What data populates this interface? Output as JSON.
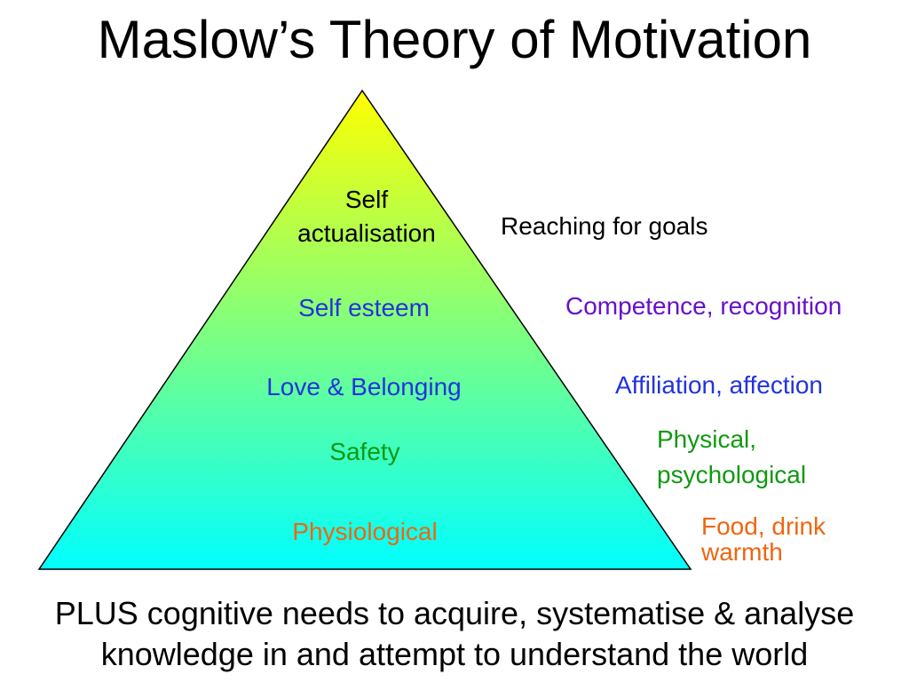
{
  "title": "Maslow’s Theory of Motivation",
  "pyramid": {
    "gradient_top": "#ffff00",
    "gradient_bottom": "#00ffff",
    "outline": "#000000",
    "levels": [
      {
        "line1": "Self",
        "line2": "actualisation",
        "color": "#000000"
      },
      {
        "label": "Self esteem",
        "color": "#2233dd"
      },
      {
        "label": "Love & Belonging",
        "color": "#2233dd"
      },
      {
        "label": "Safety",
        "color": "#119911"
      },
      {
        "label": "Physiological",
        "color": "#ee6611"
      }
    ]
  },
  "descriptions": [
    {
      "label": "Reaching for goals",
      "color": "#000000"
    },
    {
      "label": "Competence, recognition",
      "color": "#6611cc"
    },
    {
      "label": "Affiliation, affection",
      "color": "#2233dd"
    },
    {
      "line1": "Physical,",
      "line2": "psychological",
      "color": "#119911"
    },
    {
      "line1": "Food, drink",
      "line2": "warmth",
      "color": "#ee6611"
    }
  ],
  "footer": {
    "line1": "PLUS cognitive needs to acquire, systematise & analyse",
    "line2": "knowledge in and attempt to understand the world"
  }
}
